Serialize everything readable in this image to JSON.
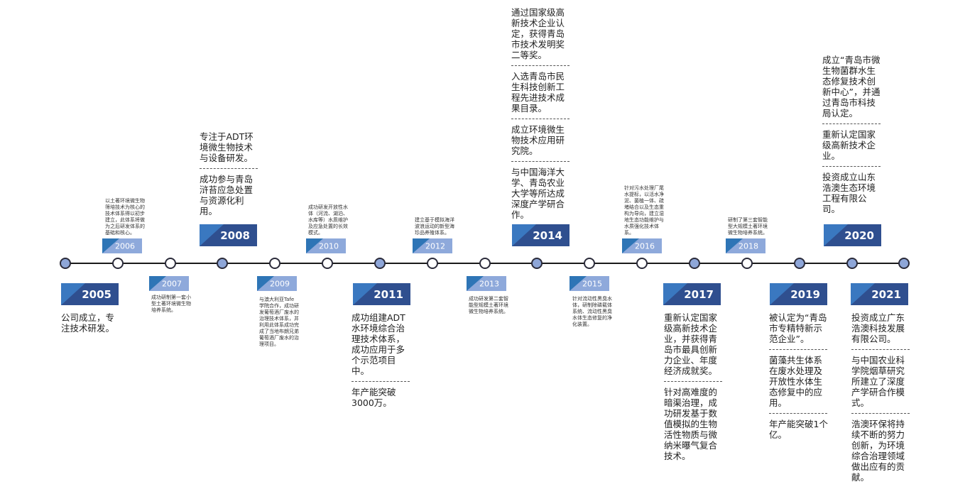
{
  "events": [
    {
      "year": "2005",
      "type": "major",
      "filled": true,
      "paras": [
        "公司成立，专注技术研发。"
      ]
    },
    {
      "year": "2006",
      "type": "minor",
      "filled": false,
      "paras": [
        "以土著环境微生物筛培技术为核心的技术体系得以初步建立，此体系将做为之后研发体系的基础和核心。"
      ]
    },
    {
      "year": "2007",
      "type": "minor",
      "filled": false,
      "paras": [
        "成功研制第一套小型土著环境微生物培养系统。"
      ]
    },
    {
      "year": "2008",
      "type": "major",
      "filled": true,
      "paras": [
        "专注于ADT环境微生物技术与设备研发。",
        "成功参与青岛浒苔应急处置与资源化利用。"
      ]
    },
    {
      "year": "2009",
      "type": "minor",
      "filled": false,
      "paras": [
        "与澳大利亚Tafe学院合作，成功研发葡萄酒厂废水的治理技术体系，并利用此体系成功完成了当地布朗兄弟葡萄酒厂废水的治理项目。"
      ]
    },
    {
      "year": "2010",
      "type": "minor",
      "filled": false,
      "paras": [
        "成功研发开放性水体（河流、湖泊、水库等）水质维护及应急处置的长效模式。"
      ]
    },
    {
      "year": "2011",
      "type": "major",
      "filled": true,
      "paras": [
        "成功组建ADT水环境综合治理技术体系，成功应用于多个示范项目中。",
        "年产能突破3000万。"
      ]
    },
    {
      "year": "2012",
      "type": "minor",
      "filled": false,
      "paras": [
        "建立基于模拟海洋波浪运动的新型海珍品养殖体系。"
      ]
    },
    {
      "year": "2013",
      "type": "minor",
      "filled": false,
      "paras": [
        "成功研发第二套智能型规模土著环境微生物培养系统。"
      ]
    },
    {
      "year": "2014",
      "type": "major",
      "filled": true,
      "paras": [
        "通过国家级高新技术企业认定，获得青岛市技术发明奖二等奖。",
        "入选青岛市民生科技创新工程先进技术成果目录。",
        "成立环境微生物技术应用研究院。",
        "与中国海洋大学、青岛农业大学等所达成深度产学研合作。"
      ]
    },
    {
      "year": "2015",
      "type": "minor",
      "filled": false,
      "paras": [
        "针对流动性黑臭水体，研制除磷载体系统、流动性黑臭水体生态修复的净化装置。"
      ]
    },
    {
      "year": "2016",
      "type": "minor",
      "filled": false,
      "paras": [
        "针对污水处理厂尾水提标，以活水净泥、菌植一体、疏堵结合以及生态重构为导向，建立湿地生态功能维护与水质强化技术体系。"
      ]
    },
    {
      "year": "2017",
      "type": "major",
      "filled": true,
      "paras": [
        "重新认定国家级高新技术企业，并获得青岛市最具创新力企业、年度经济成就奖。",
        "针对高难度的暗渠治理，成功研发基于数值模拟的生物活性物质与微纳米曝气复合技术。"
      ]
    },
    {
      "year": "2018",
      "type": "minor",
      "filled": false,
      "paras": [
        "研制了第三套智能型大规模土著环境微生物培养系统。"
      ]
    },
    {
      "year": "2019",
      "type": "major",
      "filled": true,
      "paras": [
        "被认定为“青岛市专精特新示范企业”。",
        "菌藻共生体系在废水处理及开放性水体生态修复中的应用。",
        "年产能突破1个亿。"
      ]
    },
    {
      "year": "2020",
      "type": "major",
      "filled": true,
      "paras": [
        "成立“青岛市微生物菌群水生态修复技术创新中心”，并通过青岛市科技局认定。",
        "重新认定国家级高新技术企业。",
        "投资成立山东浩澳生态环境工程有限公司。"
      ]
    },
    {
      "year": "2021",
      "type": "major",
      "filled": true,
      "paras": [
        "投资成立广东浩澳科技发展有限公司。",
        "与中国农业科学院烟草研究所建立了深度产学研合作模式。",
        "浩澳环保将持续不断的努力创新，为环境综合治理领域做出应有的贡献。"
      ]
    }
  ]
}
